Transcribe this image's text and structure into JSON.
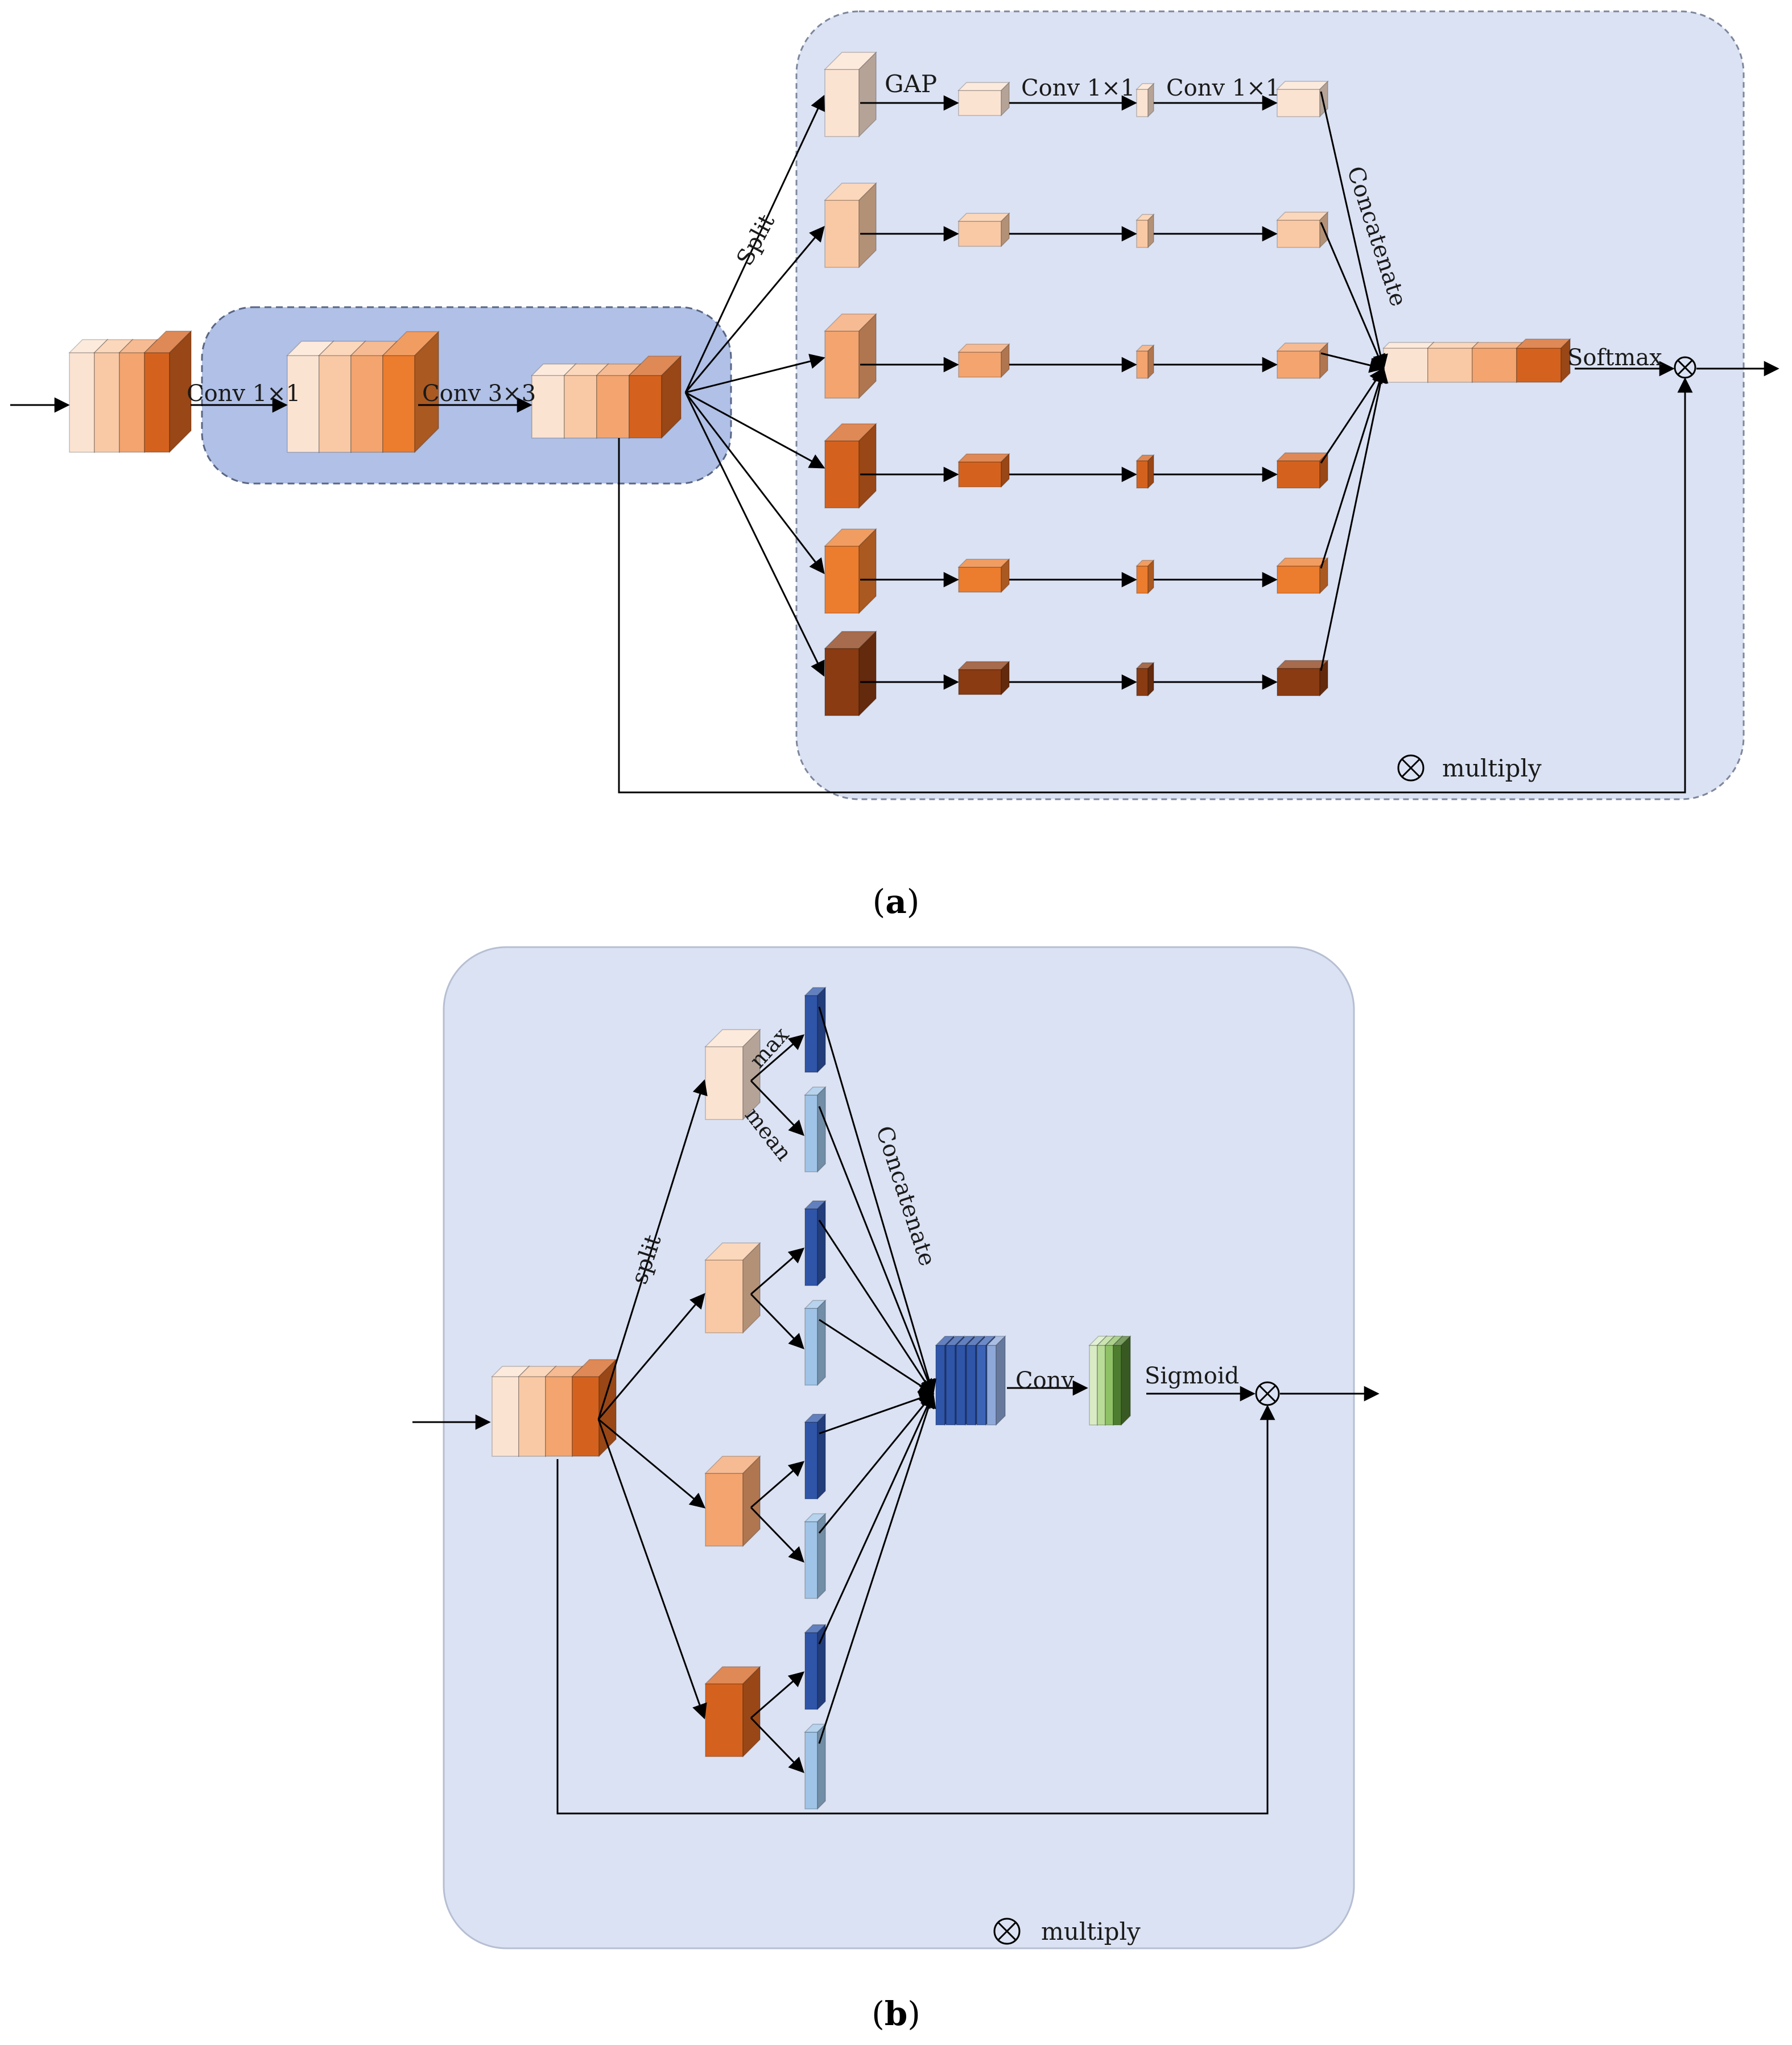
{
  "panel_a": {
    "conv1_label": "Conv 1×1",
    "conv3_label": "Conv 3×3",
    "split_label": "Split",
    "gap_label": "GAP",
    "conv_a_label": "Conv 1×1",
    "conv_b_label": "Conv 1×1",
    "concat_label": "Concatenate",
    "softmax_label": "Softmax",
    "legend_label": "multiply",
    "caption_letter": "a"
  },
  "panel_b": {
    "split_label": "split",
    "max_label": "max",
    "mean_label": "mean",
    "concat_label": "Concatenate",
    "conv_label": "Conv",
    "sigmoid_label": "Sigmoid",
    "legend_label": "multiply",
    "caption_letter": "b"
  },
  "colors": {
    "panel_fill": "#dbe2f3",
    "inner_panel_fill": "#b0c0e6",
    "orange_1": "#fbe3d2",
    "orange_2": "#f9c9a5",
    "orange_3": "#f3a46f",
    "orange_4": "#d4621e",
    "orange_5": "#ec7c2e",
    "brown": "#8a3b12",
    "blue_dark": "#2f55a8",
    "blue_light": "#9fc4e7",
    "green": "#4e7d2f"
  },
  "icons": {
    "multiply": "circled-times-icon",
    "arrow": "arrow-head-icon"
  }
}
